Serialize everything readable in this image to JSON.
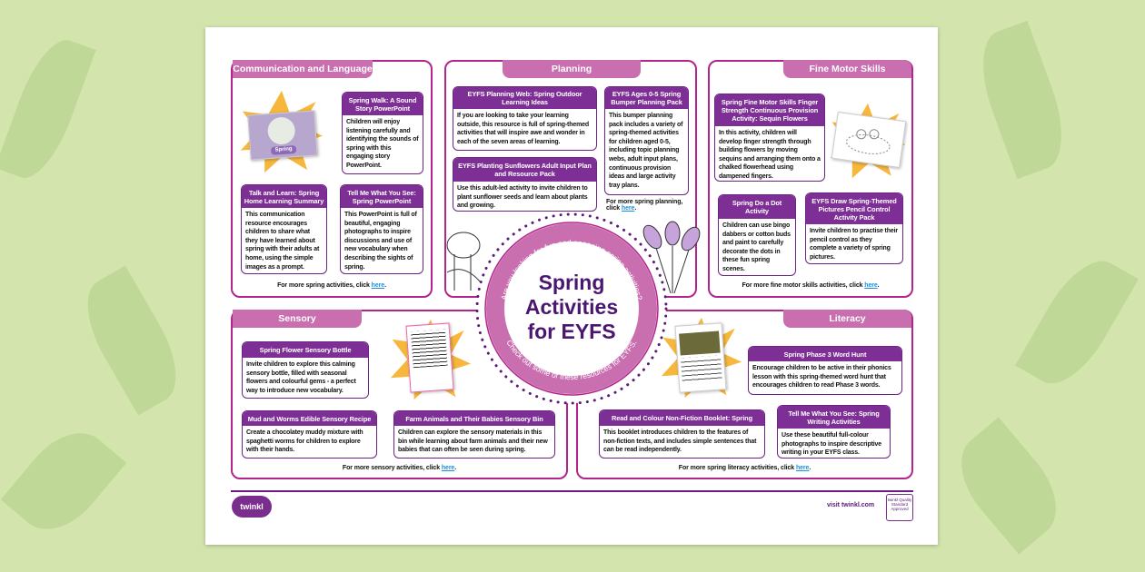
{
  "colors": {
    "background": "#d3e4ad",
    "panel_border": "#b3248c",
    "tab": "#c96fb0",
    "card_header": "#7d2f95",
    "title": "#4b1670",
    "link": "#1a8fe0",
    "star": "#f6b73c"
  },
  "center": {
    "title_lines": [
      "Spring",
      "Activities",
      "for EYFS"
    ],
    "arc_top": "Are you looking for fun and engaging spring activities?",
    "arc_bottom": "Check out some of these resources for EYFS."
  },
  "sections": {
    "communication": {
      "tab": "Communication and Language",
      "image_label": "Spring",
      "cards": [
        {
          "title": "Spring Walk: A Sound Story PowerPoint",
          "desc": "Children will enjoy listening carefully and identifying the sounds of spring with this engaging story PowerPoint."
        },
        {
          "title": "Talk and Learn: Spring Home Learning Summary",
          "desc": "This communication resource encourages children to share what they have learned about spring with their adults at home, using the simple images as a prompt."
        },
        {
          "title": "Tell Me What You See: Spring PowerPoint",
          "desc": "This PowerPoint is full of beautiful, engaging photographs to inspire discussions and use of new vocabulary when describing the sights of spring."
        }
      ],
      "more": "For more spring activities, click ",
      "link": "here",
      "end": "."
    },
    "planning": {
      "tab": "Planning",
      "cards": [
        {
          "title": "EYFS Planning Web: Spring Outdoor Learning Ideas",
          "desc": "If you are looking to take your learning outside, this resource is full of spring-themed activities that will inspire awe and wonder in each of the seven areas of learning."
        },
        {
          "title": "EYFS Planting Sunflowers Adult Input Plan and Resource Pack",
          "desc": "Use this adult-led activity to invite children to plant sunflower seeds and learn about plants and growing."
        },
        {
          "title": "EYFS Ages 0-5 Spring Bumper Planning Pack",
          "desc": "This bumper planning pack includes a variety of spring-themed activities for children aged 0-5, including topic planning webs, adult input plans, continuous provision ideas and large activity tray plans."
        }
      ],
      "more": "For more spring planning, click ",
      "link": "here",
      "end": "."
    },
    "fine_motor": {
      "tab": "Fine Motor Skills",
      "cards": [
        {
          "title": "Spring Fine Motor Skills Finger Strength Continuous Provision Activity: Sequin Flowers",
          "desc": "In this activity, children will develop finger strength through building flowers by moving sequins and arranging them onto a chalked flowerhead using dampened fingers."
        },
        {
          "title": "Spring Do a Dot Activity",
          "desc": "Children can use bingo dabbers or cotton buds and paint to carefully decorate the dots in these fun spring scenes."
        },
        {
          "title": "EYFS Draw Spring-Themed Pictures Pencil Control Activity Pack",
          "desc": "Invite children to practise their pencil control as they complete a variety of spring pictures."
        }
      ],
      "more": "For more fine motor skills activities, click ",
      "link": "here",
      "end": "."
    },
    "sensory": {
      "tab": "Sensory",
      "cards": [
        {
          "title": "Spring Flower Sensory Bottle",
          "desc": "Invite children to explore this calming sensory bottle, filled with seasonal flowers and colourful gems - a perfect way to introduce new vocabulary."
        },
        {
          "title": "Mud and Worms Edible Sensory Recipe",
          "desc": "Create a chocolatey muddy mixture with spaghetti worms for children to explore with their hands."
        },
        {
          "title": "Farm Animals and Their Babies Sensory Bin",
          "desc": "Children can explore the sensory materials in this bin while learning about farm animals and their new babies that can often be seen during spring."
        }
      ],
      "more": "For more sensory activities, click ",
      "link": "here",
      "end": "."
    },
    "literacy": {
      "tab": "Literacy",
      "cards": [
        {
          "title": "Spring Phase 3 Word Hunt",
          "desc": "Encourage children to be active in their phonics lesson with this spring-themed word hunt that encourages children to read Phase 3 words."
        },
        {
          "title": "Read and Colour Non-Fiction Booklet: Spring",
          "desc": "This booklet introduces children to the features of non-fiction texts, and includes simple sentences that can be read independently."
        },
        {
          "title": "Tell Me What You See: Spring Writing Activities",
          "desc": "Use these beautiful full-colour photographs to inspire descriptive writing in your EYFS class."
        }
      ],
      "more": "For more spring literacy activities, click ",
      "link": "here",
      "end": "."
    }
  },
  "footer": {
    "logo": "twinkl",
    "visit": "visit twinkl.com",
    "badge": "twinkl Quality Standard Approved"
  }
}
